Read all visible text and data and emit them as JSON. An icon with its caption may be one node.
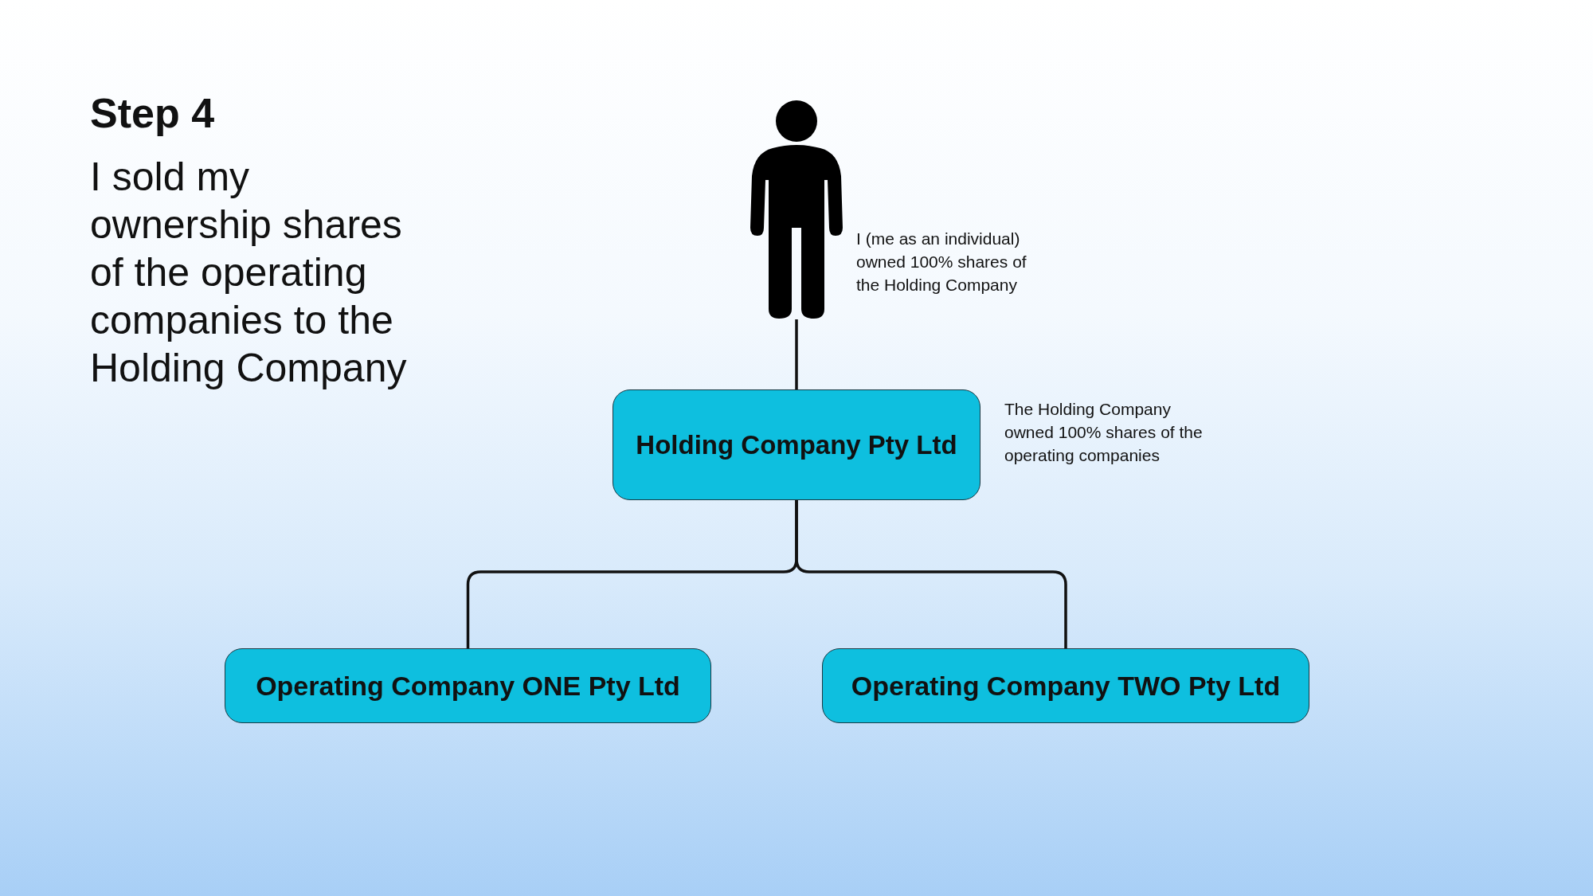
{
  "diagram": {
    "title": "Step 4",
    "nodes": [
      {
        "text": [],
        "shape": "person",
        "beside": [
          "I (me as an individual) owned 100% shares of the Holding Company"
        ]
      },
      {
        "text": [
          "Holding Company Pty Ltd"
        ],
        "beside": [
          "The Holding Company owned 100% shares of the operating companies"
        ]
      },
      {
        "text": [
          "Operating Company ONE Pty Ltd"
        ]
      },
      {
        "text": [
          "Operating Company TWO Pty Ltd"
        ]
      }
    ],
    "edges": [
      {
        "from": 0,
        "to": 1,
        "arrow": "none"
      },
      {
        "from": 1,
        "to": 2,
        "arrow": "none"
      },
      {
        "from": 1,
        "to": 3,
        "arrow": "none"
      }
    ],
    "labels": [
      "I sold my ownership shares of the operating companies to the Holding Company"
    ]
  }
}
